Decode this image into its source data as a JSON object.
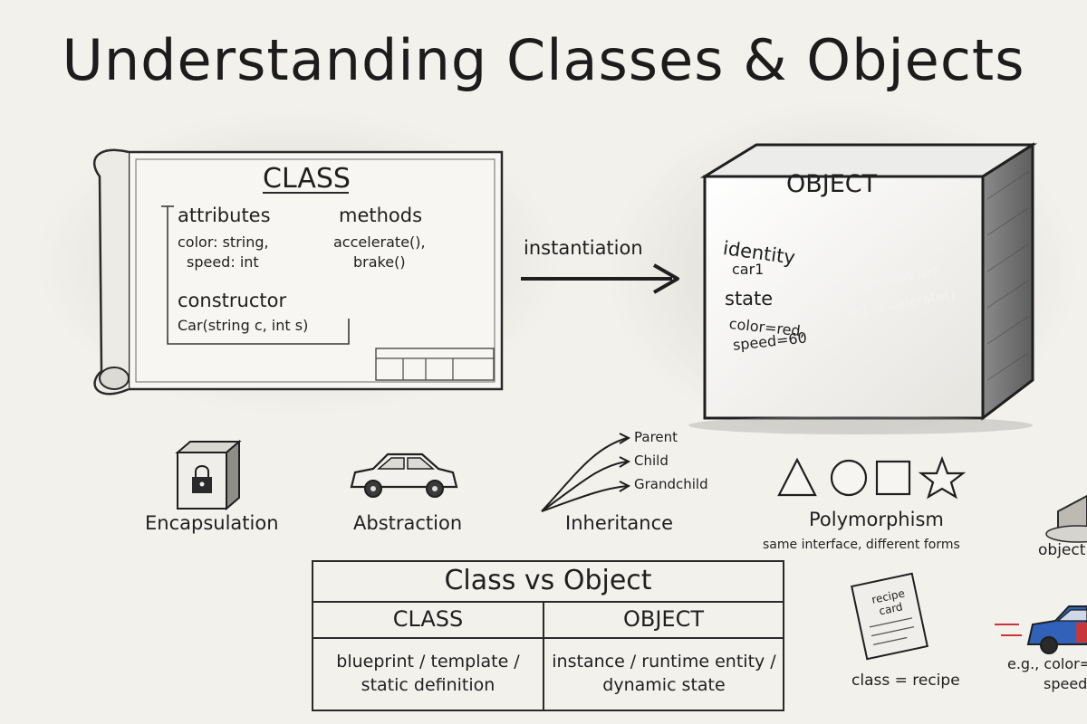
{
  "title": "Understanding Classes & Objects",
  "class_panel": {
    "heading": "CLASS",
    "attributes_label": "attributes",
    "attributes_line1": "color: string,",
    "attributes_line2": "speed: int",
    "methods_label": "methods",
    "methods_line1": "accelerate(),",
    "methods_line2": "brake()",
    "constructor_label": "constructor",
    "constructor_sig": "Car(string c, int s)"
  },
  "arrow_label": "instantiation",
  "object_panel": {
    "heading": "OBJECT",
    "identity_label": "identity",
    "identity_value": "car1",
    "state_label": "state",
    "state_line1": "color=red,",
    "state_line2": "speed=60",
    "behavior_label": "behavior",
    "behavior_value": "car1.accelerate()"
  },
  "concepts": {
    "encapsulation": "Encapsulation",
    "abstraction": "Abstraction",
    "inheritance": "Inheritance",
    "inheritance_tree": [
      "Parent",
      "Child",
      "Grandchild"
    ],
    "polymorphism": "Polymorphism",
    "polymorphism_sub": "same interface, different forms",
    "object_partial": "object"
  },
  "comparison_table": {
    "title": "Class vs Object",
    "headers": [
      "CLASS",
      "OBJECT"
    ],
    "rows": [
      [
        "blueprint / template / static definition",
        "instance / runtime entity / dynamic state"
      ]
    ]
  },
  "recipe": {
    "card_text": "recipe card",
    "caption": "class = recipe"
  },
  "example_partial": {
    "line1": "e.g., color=",
    "line2": "speed"
  },
  "colors": {
    "paper": "#f3f1ec",
    "ink": "#1f1f1f",
    "car_red": "#c9363a",
    "car_blue": "#2f62b8"
  }
}
